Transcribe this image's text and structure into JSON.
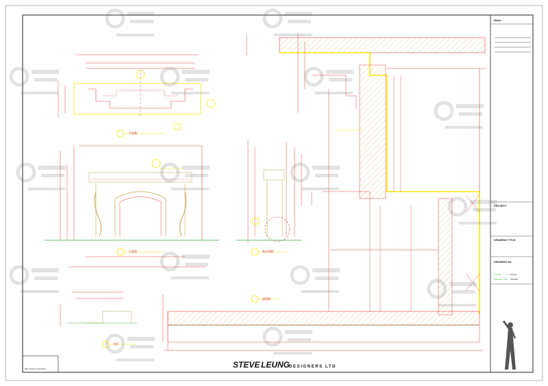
{
  "sheet": {
    "colors": {
      "line": "#e04040",
      "hatch": "#d8c88a",
      "yellow": "#f5e600",
      "green": "#33aa33",
      "dim": "#b0b0b0",
      "border": "#222222",
      "brand": "#111111"
    }
  },
  "brand": {
    "part1": "STEVE",
    "part2": "LEUNG",
    "part3": "DESIGNERS LTD"
  },
  "title_block": {
    "top_label": "Notes",
    "project_heading": "PROJECT",
    "drawing_title_heading": "DRAWING TITLE",
    "drawing_no_heading": "DRAWING No",
    "scale_label": "SCALE",
    "scale_value": "1 : 10 (A1)",
    "project_no_label": "PROJECT NO",
    "project_no_value": "DS4150"
  },
  "key_plan": {
    "label": "KEY  PLAN  LOCATION"
  },
  "views": [
    {
      "id": "A",
      "caption": "平面图"
    },
    {
      "id": "B",
      "caption": "立面图"
    },
    {
      "id": "C",
      "caption": "侧立面图"
    },
    {
      "id": "D",
      "caption": "剖面图"
    },
    {
      "id": "E",
      "caption": "大样"
    }
  ],
  "watermark": {
    "icons": [
      "logo-watermark-icon"
    ]
  }
}
